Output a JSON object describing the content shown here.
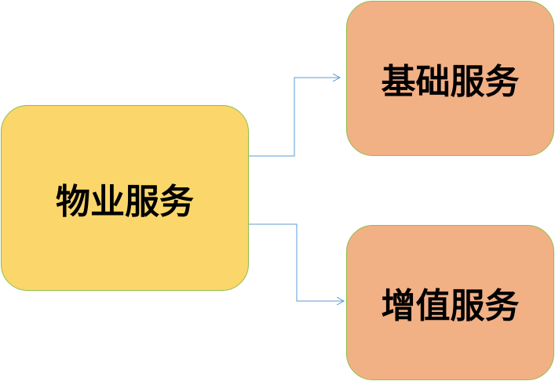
{
  "diagram": {
    "root": {
      "label": "物业服务",
      "fill": "#fbd66a"
    },
    "children": [
      {
        "id": "basic",
        "label": "基础服务",
        "fill": "#f2b085"
      },
      {
        "id": "value_added",
        "label": "增值服务",
        "fill": "#f2b085"
      }
    ],
    "connector_color": "#5b9bd5",
    "border_color": "#8fbf4a"
  }
}
